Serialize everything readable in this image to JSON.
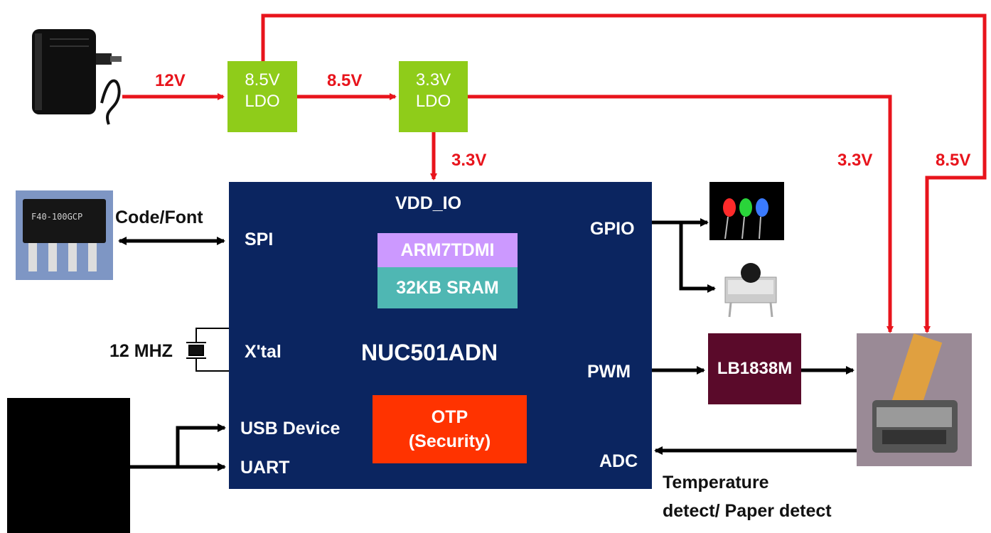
{
  "power": {
    "in_voltage": "12V",
    "ldo1": {
      "line1": "8.5V",
      "line2": "LDO"
    },
    "mid_voltage": "8.5V",
    "ldo2": {
      "line1": "3.3V",
      "line2": "LDO"
    },
    "down_voltage": "3.3V",
    "right_33": "3.3V",
    "right_85": "8.5V"
  },
  "mcu": {
    "vdd": "VDD_IO",
    "core": "ARM7TDMI",
    "sram": "32KB SRAM",
    "name": "NUC501ADN",
    "otp_line1": "OTP",
    "otp_line2": "(Security)",
    "spi": "SPI",
    "xtal": "X'tal",
    "usb": "USB Device",
    "uart": "UART",
    "gpio": "GPIO",
    "pwm": "PWM",
    "adc": "ADC"
  },
  "external": {
    "code_font": "Code/Font",
    "xtal_freq": "12 MHZ",
    "flash_marking": "F40-100GCP",
    "driver": "LB1838M",
    "sensor_line1": "Temperature",
    "sensor_line2": "detect/ Paper detect"
  },
  "colors": {
    "wire_red": "#e8141c",
    "ldo_green": "#8fcc1a",
    "mcu_navy": "#0b2560",
    "arm_purple": "#cc99ff",
    "sram_teal": "#4fb7b3",
    "otp_orange": "#ff3300",
    "driver_maroon": "#5a0a2a"
  },
  "icons": [
    "power-adapter-icon",
    "flash-chip-icon",
    "crystal-icon",
    "pc-icon",
    "led-icon",
    "push-button-icon",
    "thermal-printer-icon"
  ]
}
